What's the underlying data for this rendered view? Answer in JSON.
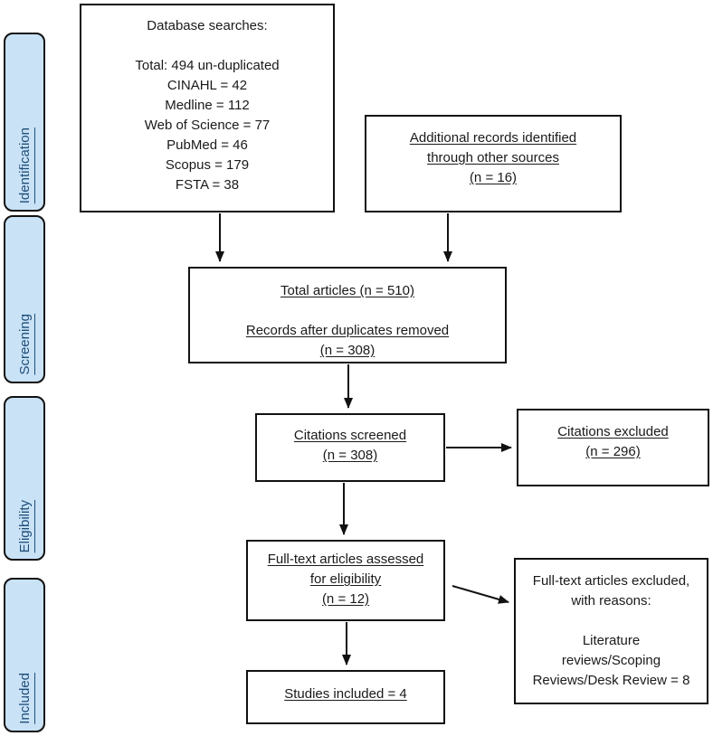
{
  "diagram": {
    "title": "PRISMA flow diagram",
    "colors": {
      "box_border": "#111111",
      "stage_fill": "#c9e2f6",
      "stage_text": "#1f4e79",
      "text": "#1a1a1a"
    },
    "stages": [
      {
        "label": "Identification"
      },
      {
        "label": "Screening"
      },
      {
        "label": "Eligibility"
      },
      {
        "label": "Included"
      }
    ],
    "boxes": {
      "database_searches": {
        "underlined": false,
        "lines": [
          "Database searches:",
          "",
          "Total: 494 un-duplicated",
          "CINAHL = 42",
          "Medline = 112",
          "Web of Science = 77",
          "PubMed = 46",
          "Scopus = 179",
          "FSTA = 38"
        ]
      },
      "additional_records": {
        "underlined": true,
        "lines": [
          "Additional records identified",
          "through other sources",
          "(n = 16)"
        ]
      },
      "total_articles": {
        "underlined": true,
        "lines": [
          "Total articles (n = 510)",
          "",
          "Records after duplicates removed",
          "(n = 308)"
        ]
      },
      "citations_screened": {
        "underlined": true,
        "lines": [
          "Citations screened",
          "(n = 308)"
        ]
      },
      "citations_excluded": {
        "underlined": true,
        "lines": [
          "Citations excluded",
          "(n = 296)"
        ]
      },
      "fulltext_assessed": {
        "underlined": true,
        "lines": [
          "Full-text articles assessed",
          "for eligibility",
          "(n = 12)"
        ]
      },
      "fulltext_excluded": {
        "underlined": false,
        "lines": [
          "Full-text articles excluded,",
          "with reasons:",
          "",
          "Literature",
          "reviews/Scoping",
          "Reviews/Desk Review = 8"
        ]
      },
      "studies_included": {
        "underlined": true,
        "lines": [
          "Studies included = 4"
        ]
      }
    }
  }
}
